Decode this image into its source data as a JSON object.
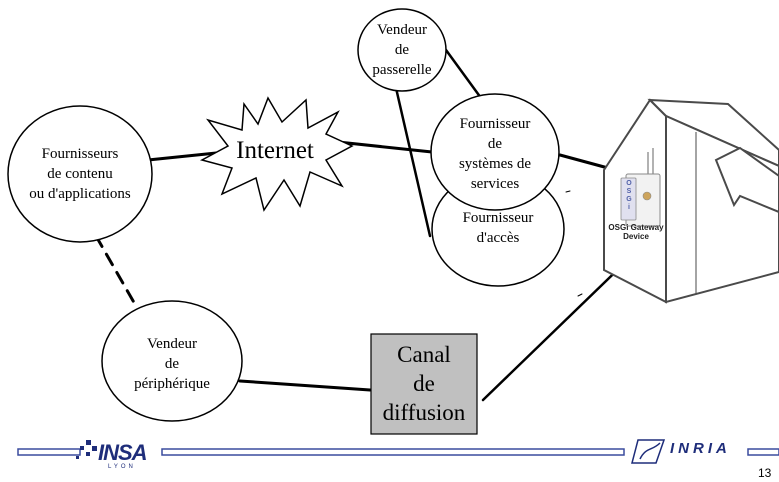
{
  "nodes": {
    "fournisseurs_contenu": "Fournisseurs\nde contenu\nou d'applications",
    "vendeur_passerelle": "Vendeur\nde\npasserelle",
    "fournisseur_systemes": "Fournisseur\nde\nsystèmes de\nservices",
    "fournisseur_acces": "Fournisseur\nd'accès",
    "vendeur_peripherique": "Vendeur\nde\npériphérique",
    "internet": "Internet",
    "canal_diffusion": "Canal\nde\ndiffusion"
  },
  "device": {
    "label": "OSGi Gateway\nDevice",
    "badge": "O\nS\nG\ni"
  },
  "footer": {
    "insa_logo": "INSA",
    "insa_sub": "LYON",
    "inria_logo": "INRIA",
    "page_number": "13"
  },
  "colors": {
    "canal_box": "#c0c0c0",
    "footer_bar": "#3a4c9e",
    "logo": "#1e2d7a"
  }
}
